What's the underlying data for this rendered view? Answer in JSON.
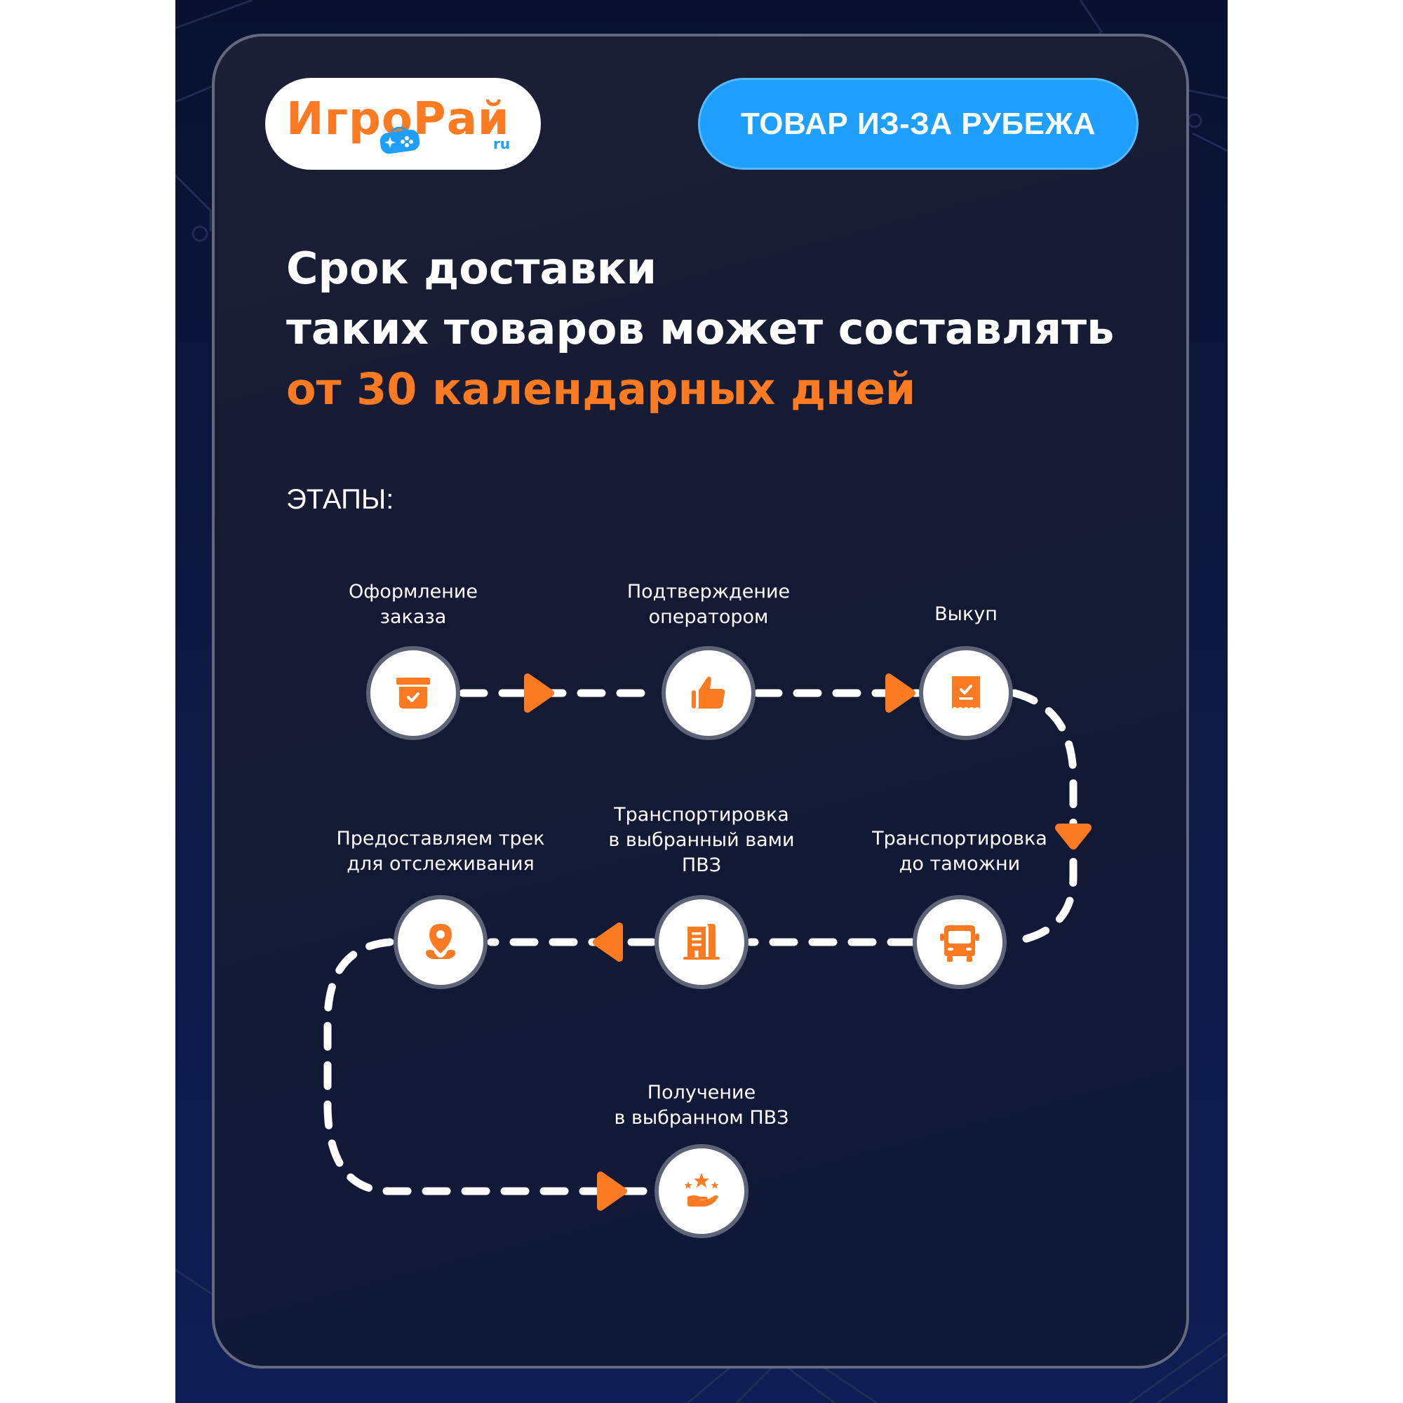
{
  "logo": {
    "text": "ИгроРай",
    "suffix": "ru",
    "icon": "gamepad-icon"
  },
  "badge": {
    "label": "ТОВАР ИЗ-ЗА РУБЕЖА"
  },
  "headline": {
    "line1": "Срок доставки",
    "line2": "таких товаров может составлять",
    "line3_accent": "от 30 календарных дней"
  },
  "stages_title": "ЭТАПЫ:",
  "steps": [
    {
      "label_line1": "Оформление",
      "label_line2": "заказа",
      "icon": "box-check-icon"
    },
    {
      "label_line1": "Подтверждение",
      "label_line2": "оператором",
      "icon": "thumbs-up-icon"
    },
    {
      "label_line1": "Выкуп",
      "label_line2": "",
      "icon": "receipt-check-icon"
    },
    {
      "label_line1": "Транспортировка",
      "label_line2": "до таможни",
      "icon": "bus-icon"
    },
    {
      "label_line1": "Транспортировка",
      "label_line2": "в выбранный вами",
      "label_line3": "ПВЗ",
      "icon": "building-icon"
    },
    {
      "label_line1": "Предоставляем трек",
      "label_line2": "для отслеживания",
      "icon": "location-pin-icon"
    },
    {
      "label_line1": "Получение",
      "label_line2": "в выбранном ПВЗ",
      "icon": "hand-stars-icon"
    }
  ],
  "colors": {
    "accent": "#fb7a22",
    "brand_blue": "#1e9ffd",
    "background": "#0e1838",
    "ring": "#5d6478"
  }
}
